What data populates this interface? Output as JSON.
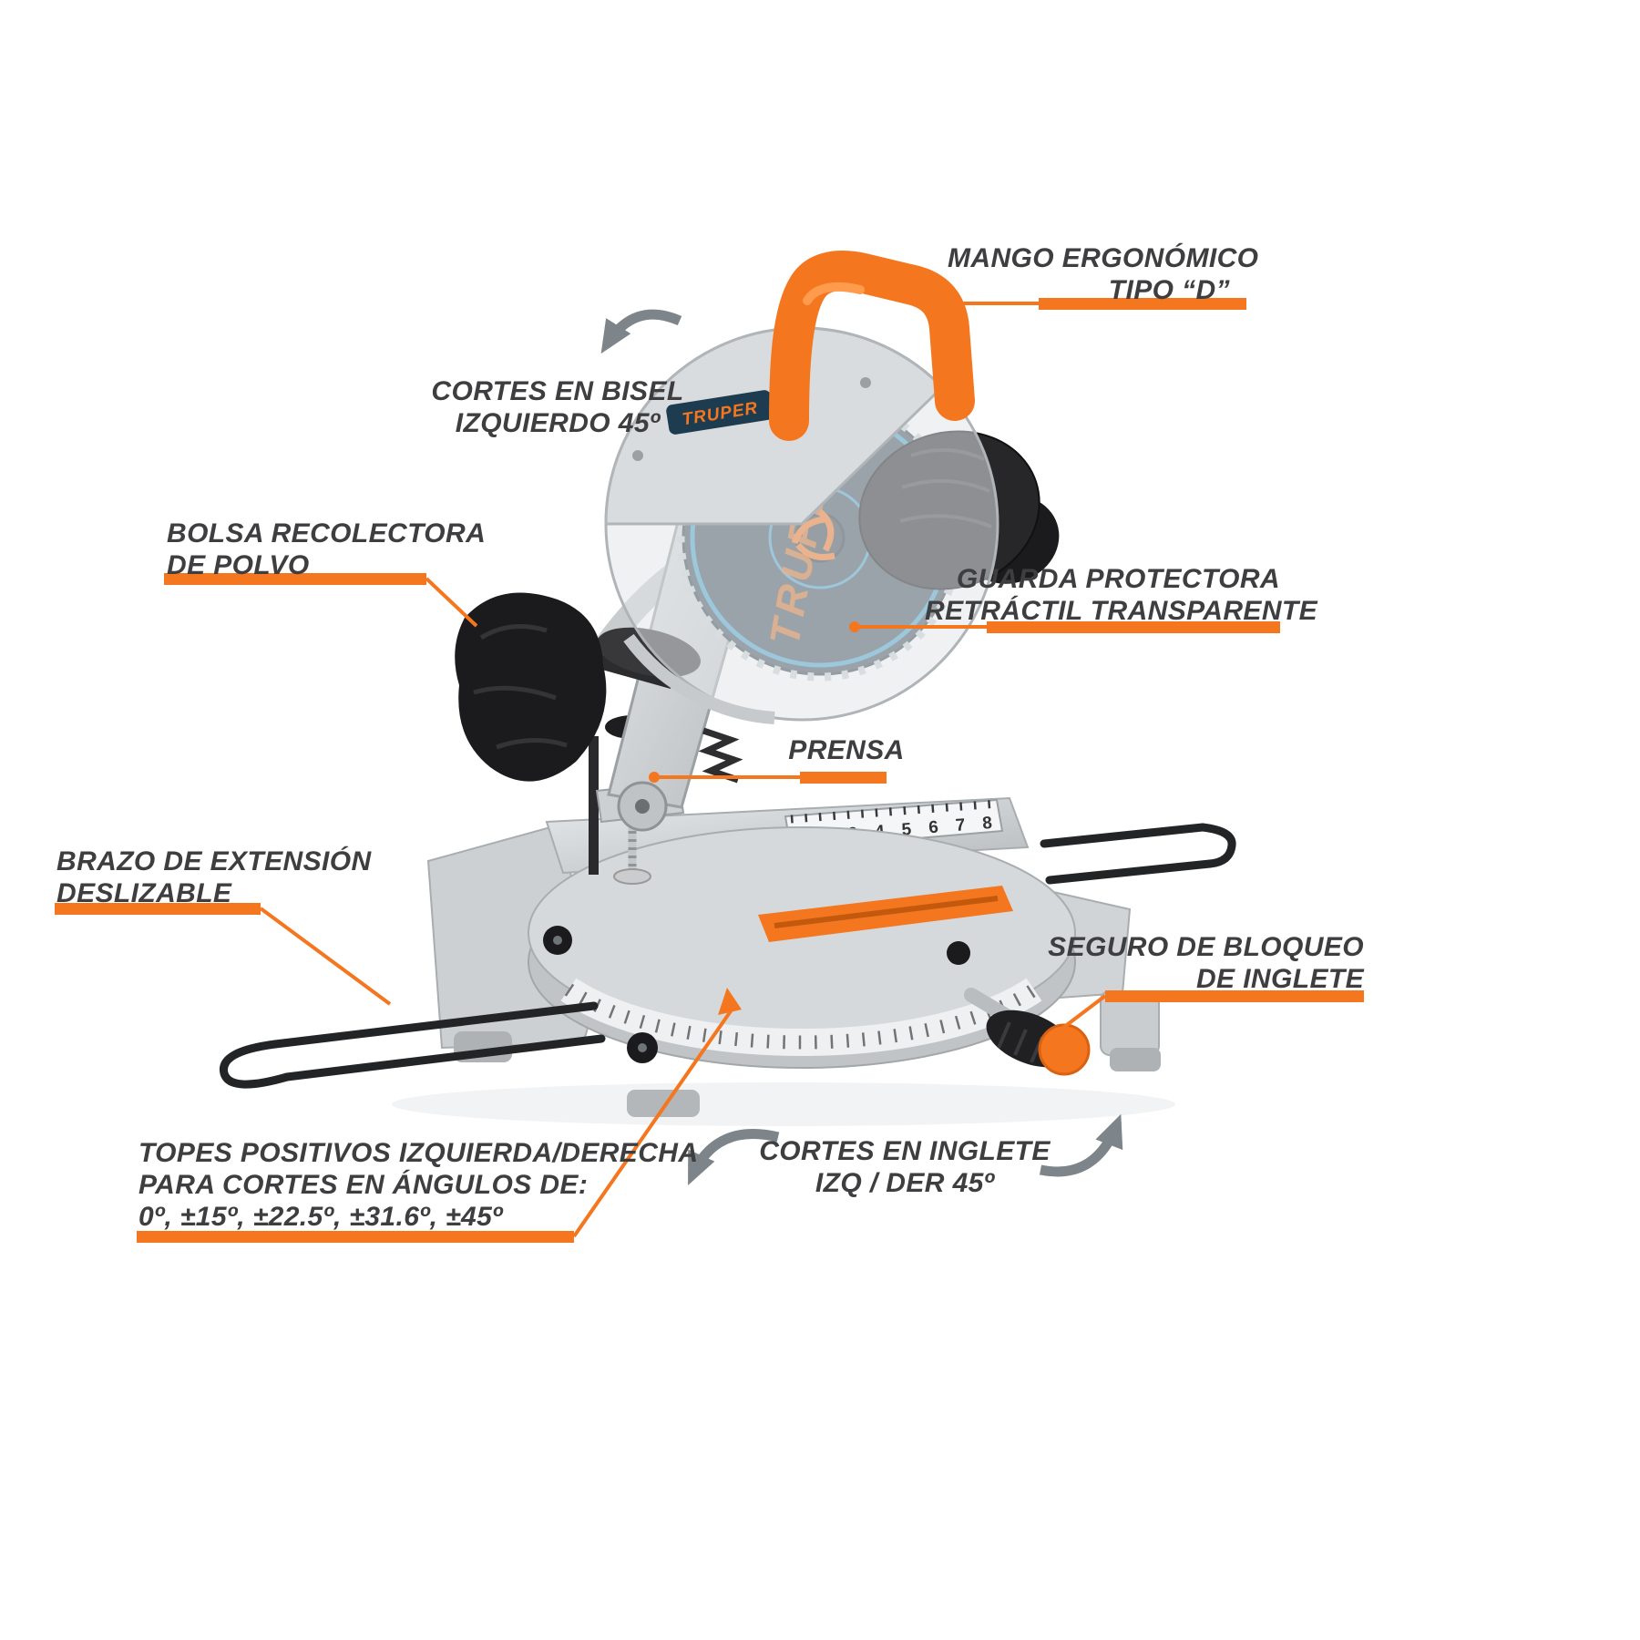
{
  "page": {
    "background": "#ffffff"
  },
  "colors": {
    "accent": "#f4771f",
    "label_text": "#3e3e40",
    "arrow_gray": "#7d858a"
  },
  "product": {
    "brand": "TRUPER"
  },
  "labels": {
    "mango": {
      "line1": "MANGO ERGONÓMICO",
      "line2": "TIPO “D”"
    },
    "bisel": {
      "line1": "CORTES EN BISEL",
      "line2": "IZQUIERDO 45º"
    },
    "bolsa": {
      "line1": "BOLSA RECOLECTORA",
      "line2": "DE POLVO"
    },
    "guarda": {
      "line1": "GUARDA PROTECTORA",
      "line2": "RETRÁCTIL TRANSPARENTE"
    },
    "prensa": {
      "line1": "PRENSA"
    },
    "brazo": {
      "line1": "BRAZO DE EXTENSIÓN",
      "line2": "DESLIZABLE"
    },
    "seguro": {
      "line1": "SEGURO DE BLOQUEO",
      "line2": "DE INGLETE"
    },
    "topes": {
      "line1": "TOPES POSITIVOS IZQUIERDA/DERECHA",
      "line2": "PARA CORTES EN ÁNGULOS DE:",
      "line3": "0º, ±15º, ±22.5º, ±31.6º, ±45º"
    },
    "inglete": {
      "line1": "CORTES EN INGLETE",
      "line2": "IZQ / DER 45º"
    }
  },
  "illustration": {
    "fence_scale": "1 2 3 4 5 6 7 8"
  }
}
